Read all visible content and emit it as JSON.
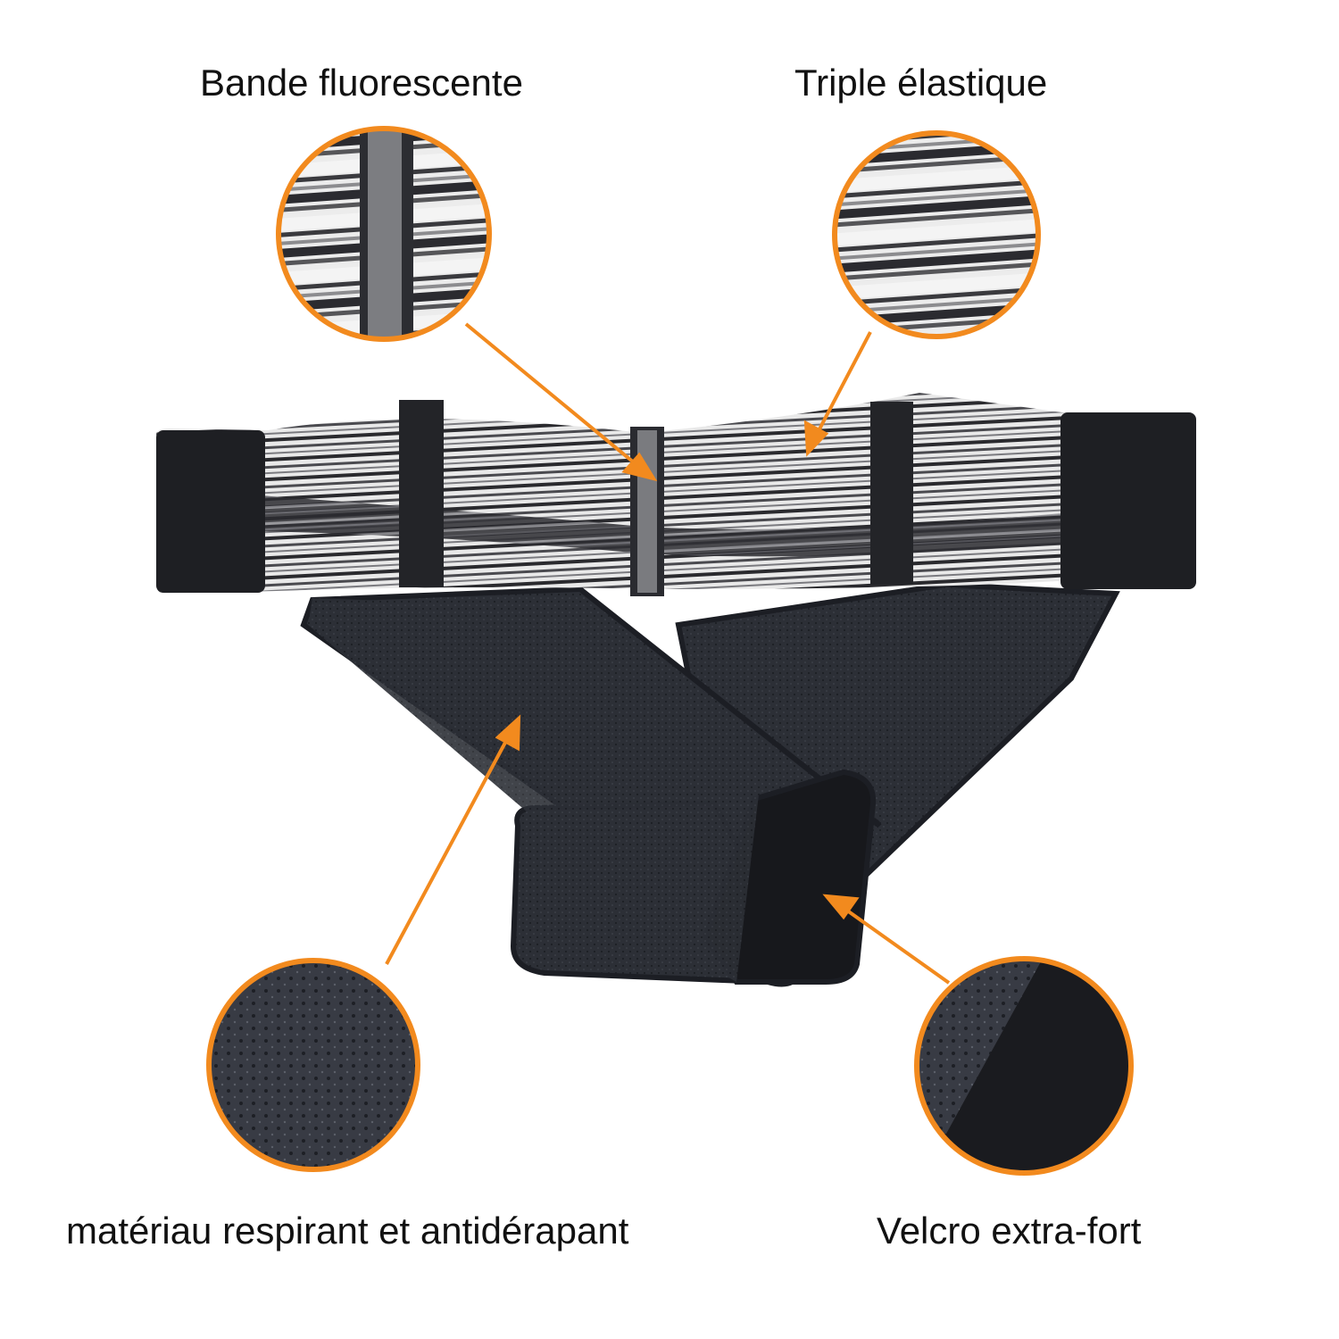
{
  "infographic": {
    "subject": "lumbar support belt",
    "accent_color": "#F28A1E",
    "callouts": [
      {
        "id": "top-left",
        "label": "Bande fluorescente",
        "zoom_detail": "reflective vertical stripe between elastic bands"
      },
      {
        "id": "top-right",
        "label": "Triple élastique",
        "zoom_detail": "layered black, grey and white elastic stripes"
      },
      {
        "id": "bottom-left",
        "label": "matériau respirant et antidérapant",
        "zoom_detail": "perforated breathable mesh fabric"
      },
      {
        "id": "bottom-right",
        "label": "Velcro extra-fort",
        "zoom_detail": "hook-and-loop fastening patch"
      }
    ]
  }
}
